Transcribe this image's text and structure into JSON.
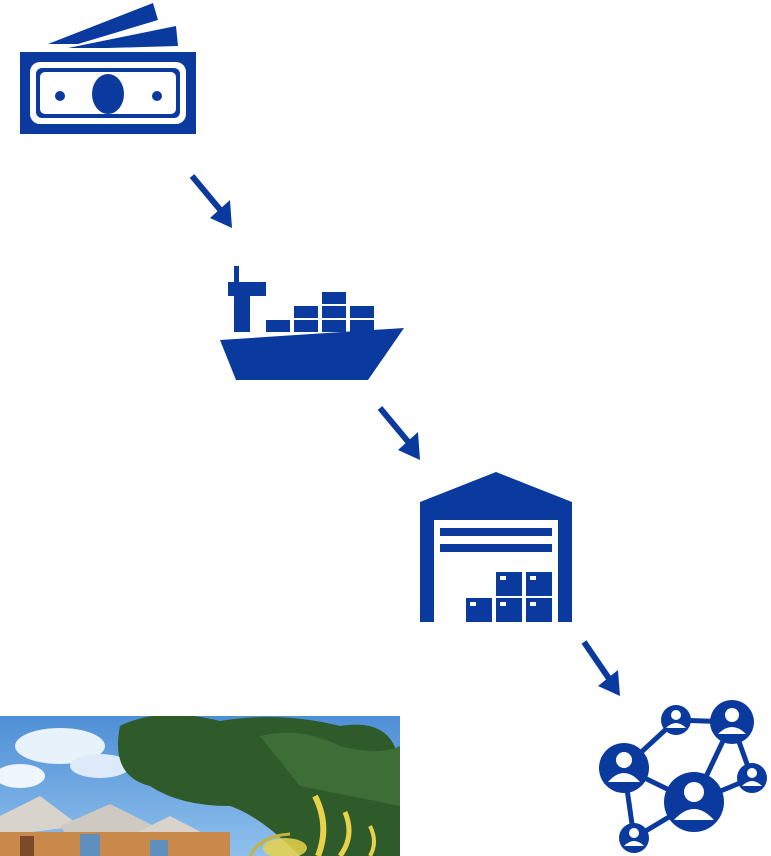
{
  "diagram": {
    "steps": [
      {
        "id": "money",
        "icon": "money-icon"
      },
      {
        "id": "shipping",
        "icon": "cargo-ship-icon"
      },
      {
        "id": "warehouse",
        "icon": "warehouse-icon"
      },
      {
        "id": "network",
        "icon": "people-network-icon"
      }
    ],
    "arrows": [
      "arrow-down-right",
      "arrow-down-right",
      "arrow-down-right"
    ]
  },
  "photo": {
    "subject": "street-scene-photo"
  },
  "colors": {
    "icon_blue": "#0a3a9e",
    "sky_blue": "#6ea8e0",
    "foliage": "#2f5a2a",
    "roof": "#d8d4cc",
    "accent_yellow": "#e8d24a"
  }
}
